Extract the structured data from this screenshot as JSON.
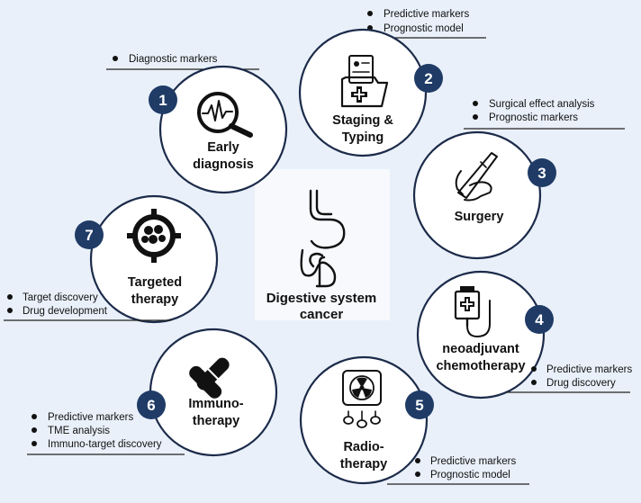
{
  "center": {
    "line1": "Digestive system",
    "line2": "cancer",
    "icon": "digestive-system-icon"
  },
  "stages": [
    {
      "number": "1",
      "line1": "Early",
      "line2": "diagnosis",
      "icon": "magnifier-waveform-icon",
      "bullets": [
        "Diagnostic markers"
      ]
    },
    {
      "number": "2",
      "line1": "Staging &",
      "line2": "Typing",
      "icon": "medical-folder-icon",
      "bullets": [
        "Predictive markers",
        "Prognostic model"
      ]
    },
    {
      "number": "3",
      "line1": "Surgery",
      "line2": "",
      "icon": "scalpel-hand-icon",
      "bullets": [
        "Surgical effect analysis",
        "Prognostic markers"
      ]
    },
    {
      "number": "4",
      "line1": "neoadjuvant",
      "line2": "chemotherapy",
      "icon": "iv-bag-icon",
      "bullets": [
        "Predictive markers",
        "Drug discovery"
      ]
    },
    {
      "number": "5",
      "line1": "Radio-",
      "line2": "therapy",
      "icon": "radiation-machine-icon",
      "bullets": [
        "Predictive markers",
        "Prognostic model"
      ]
    },
    {
      "number": "6",
      "line1": "Immuno-",
      "line2": "therapy",
      "icon": "crossed-bandage-icon",
      "bullets": [
        "Predictive markers",
        "TME analysis",
        "Immuno-target discovery"
      ]
    },
    {
      "number": "7",
      "line1": "Targeted",
      "line2": "therapy",
      "icon": "target-cells-icon",
      "bullets": [
        "Target discovery",
        "Drug development"
      ]
    }
  ],
  "colors": {
    "background": "#e9f0f9",
    "badge": "#1f3b66",
    "circle_stroke": "#1c2b4a"
  }
}
